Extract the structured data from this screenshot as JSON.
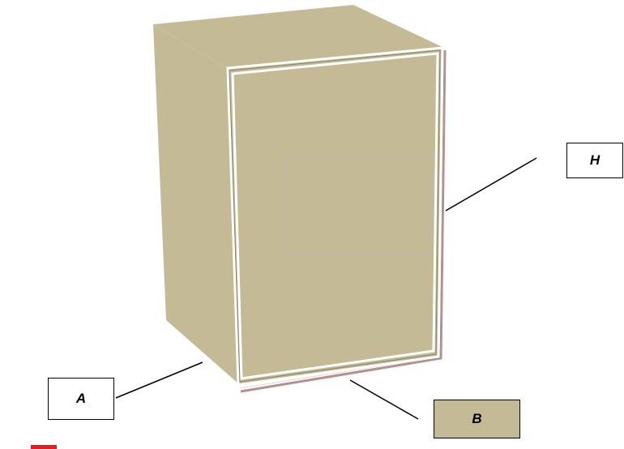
{
  "labels": {
    "h": "H",
    "a": "A",
    "b": "B"
  },
  "colors": {
    "body": "#c4bb96",
    "frame": "#ffffff",
    "edge_accent": "#b59090",
    "inner_rectangle": "#b8b8b8",
    "leader_line": "#000000",
    "label_b_fill": "#c4bb96",
    "corner_mark": "#e02020"
  }
}
